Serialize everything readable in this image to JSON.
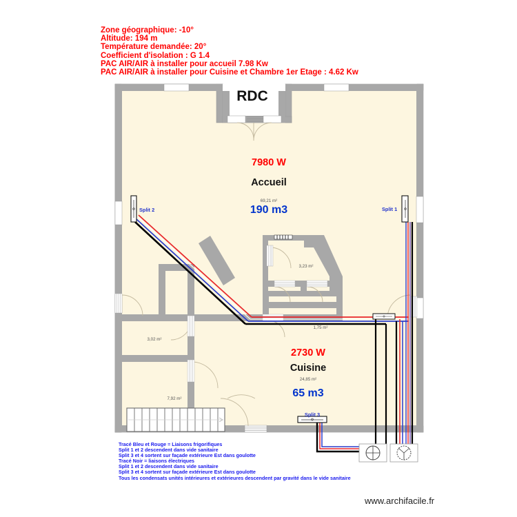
{
  "header": {
    "lines": [
      "Zone géographique: -10°",
      "Altitude: 194 m",
      "Température demandée: 20°",
      "Coefficient d'isolation : G 1.4",
      "PAC AIR/AIR à installer pour accueil 7.98 Kw",
      "PAC AIR/AIR à installer pour Cuisine et Chambre 1er Etage : 4.62 Kw"
    ],
    "color": "#ff0000"
  },
  "plan": {
    "floor_label": "RDC",
    "rooms": [
      {
        "name": "Accueil",
        "power": "7980 W",
        "area": "69,21 m²",
        "volume": "190 m3"
      },
      {
        "name": "Cuisine",
        "power": "2730 W",
        "area": "24,85 m²",
        "volume": "65 m3"
      }
    ],
    "small_areas": [
      {
        "area": "3,23 m²"
      },
      {
        "area": "1,75 m²"
      },
      {
        "area": "3,02 m²"
      },
      {
        "area": "7,92 m²"
      }
    ],
    "splits": [
      {
        "label": "Split 2"
      },
      {
        "label": "Split 1"
      },
      {
        "label": "Split 3"
      }
    ],
    "colors": {
      "floor_fill": "#fdf6e0",
      "wall": "#a8a8a8",
      "wall_outline": "#8f8f8f",
      "pipe_red": "#e8262a",
      "pipe_blue": "#2a3ccc",
      "pipe_black": "#000000",
      "door_swing": "#c9c0a8",
      "power_text": "#ff0000",
      "volume_text": "#0033cc",
      "split_text": "#2233cc"
    }
  },
  "footer": {
    "lines": [
      "Tracé Bleu et Rouge = Liaisons frigorifiques",
      "Split 1 et 2 descendent dans vide sanitaire",
      "Split 3 et 4 sortent sur façade extérieure Est dans goulotte",
      "Tracé Noir = liaisons électriques",
      "Split 1 et 2 descendent dans vide sanitaire",
      "Split 3 et 4 sortent sur façade extérieure Est dans goulotte",
      "Tous les condensats unités intérieures et extérieures descendent par gravité dans le vide sanitaire"
    ],
    "color": "#1a1aee"
  },
  "watermark": {
    "text": "www.archifacile.fr"
  }
}
